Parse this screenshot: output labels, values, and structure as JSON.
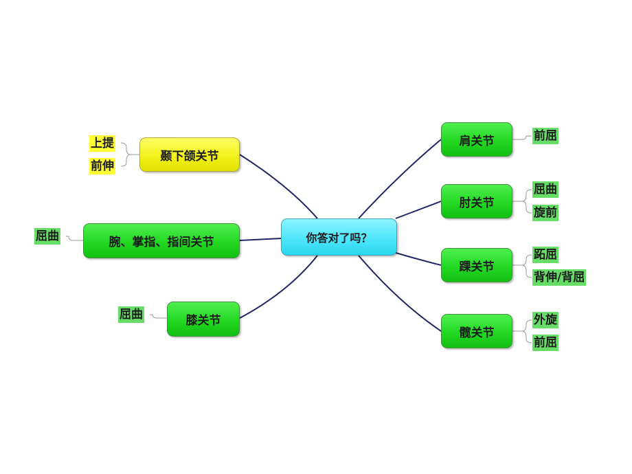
{
  "center": {
    "label": "你答对了吗？"
  },
  "branches": {
    "tmj": {
      "label": "颞下颌关节",
      "leaves": [
        "上提",
        "前伸"
      ]
    },
    "wrist": {
      "label": "腕、掌指、指间关节",
      "leaves": [
        "屈曲"
      ]
    },
    "knee": {
      "label": "膝关节",
      "leaves": [
        "屈曲"
      ]
    },
    "shoulder": {
      "label": "肩关节",
      "leaves": [
        "前屈"
      ]
    },
    "elbow": {
      "label": "肘关节",
      "leaves": [
        "屈曲",
        "旋前"
      ]
    },
    "ankle": {
      "label": "踝关节",
      "leaves": [
        "跖屈",
        "背伸/背屈"
      ]
    },
    "hip": {
      "label": "髋关节",
      "leaves": [
        "外旋",
        "前屈"
      ]
    }
  },
  "colors": {
    "node_green": "#22d822",
    "node_yellow": "#f2f21a",
    "center_cyan": "#4ee6fb",
    "leaf_green": "#66dd66",
    "leaf_yellow": "#ffff33",
    "connector": "#1f2466",
    "bracket": "#999999"
  }
}
